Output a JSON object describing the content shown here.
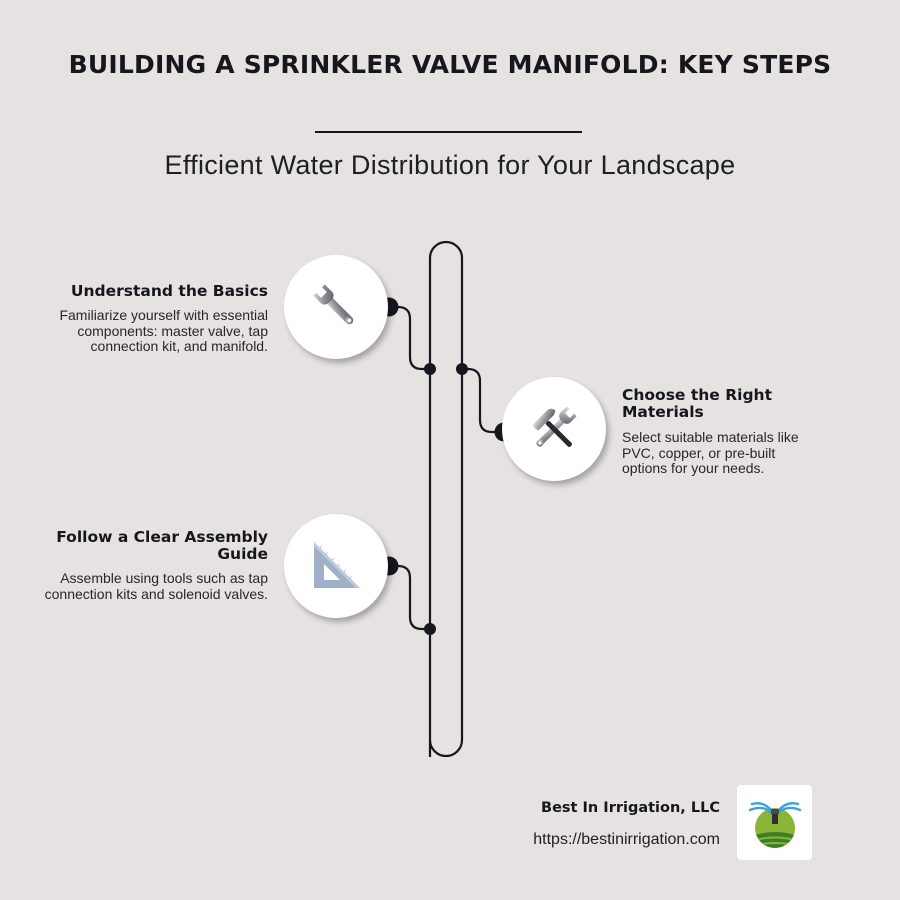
{
  "header": {
    "title": "BUILDING A SPRINKLER VALVE MANIFOLD: KEY STEPS",
    "subtitle": "Efficient Water Distribution for Your Landscape"
  },
  "steps": [
    {
      "title": "Understand the Basics",
      "description": "Familiarize yourself with essential components: master valve, tap connection kit, and manifold.",
      "icon": "wrench-icon",
      "side": "left"
    },
    {
      "title": "Choose the Right Materials",
      "description": "Select suitable materials like PVC, copper, or pre-built options for your needs.",
      "icon": "hammer-and-wrench-icon",
      "side": "right"
    },
    {
      "title": "Follow a Clear Assembly Guide",
      "description": "Assemble using tools such as tap connection kits and solenoid valves.",
      "icon": "triangular-ruler-icon",
      "side": "left"
    }
  ],
  "footer": {
    "company": "Best In Irrigation, LLC",
    "url": "https://bestinirrigation.com",
    "logo": "sprinkler-field-logo"
  },
  "colors": {
    "background": "#e6e2e1",
    "line": "#16161e",
    "circle": "#ffffff",
    "logo_green": "#8ab536",
    "logo_blue": "#3aa6d8"
  }
}
